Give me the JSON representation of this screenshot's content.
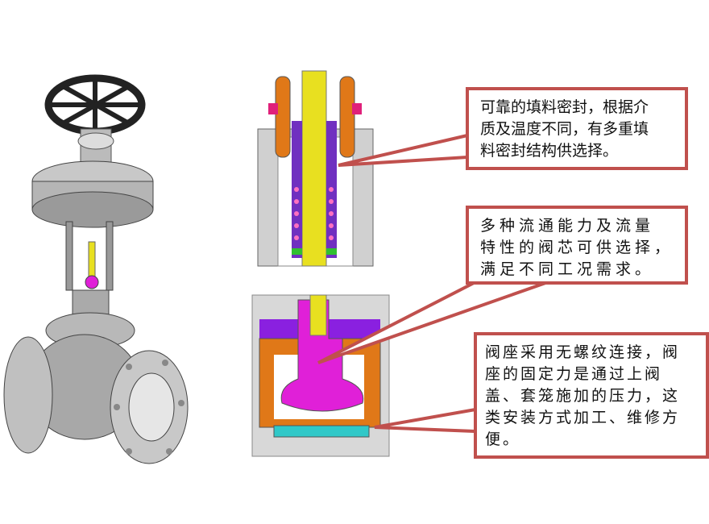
{
  "callouts": [
    {
      "lines": [
        "可靠的填料密封，根据介",
        "质及温度不同，有多重填",
        "料密封结构供选择。"
      ]
    },
    {
      "lines": [
        "多种流通能力及流量",
        "特性的阀芯可供选择，",
        "满足不同工况需求。"
      ]
    },
    {
      "lines": [
        "阀座采用无螺纹连接，阀",
        "座的固定力是通过上阀",
        "盖、套笼施加的压力，这",
        "类安装方式加工、维修方",
        "便。"
      ]
    }
  ],
  "colors": {
    "callout_border": "#c0504d",
    "stem": "#e8e020",
    "plug": "#e020d8",
    "packing": "#7030c0",
    "seat": "#e07818",
    "ring": "#30c8c8"
  }
}
